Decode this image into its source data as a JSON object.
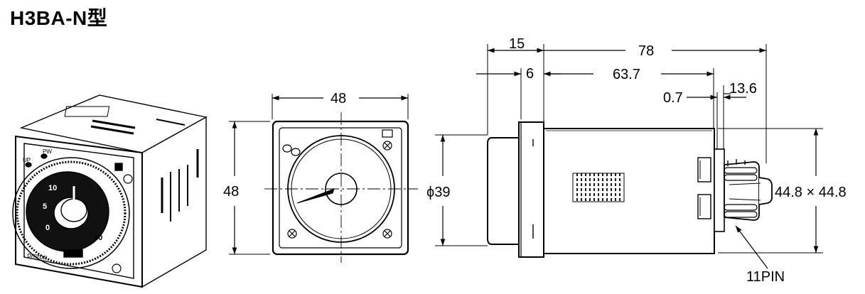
{
  "title": "H3BA-N型",
  "front_view": {
    "width_label": "48",
    "height_label": "48"
  },
  "side_view": {
    "dim_15": "15",
    "dim_78": "78",
    "dim_6": "6",
    "dim_63_7": "63.7",
    "dim_0_7": "0.7",
    "dim_13_6": "13.6",
    "diameter": "ϕ39",
    "socket_size": "44.8 × 44.8",
    "pin_label": "11PIN"
  },
  "perspective_view": {
    "brand": "omron",
    "pw_label": "PW",
    "up_label": "UP",
    "dial_numbers": [
      "10",
      "5",
      "0",
      "30"
    ]
  },
  "colors": {
    "line": "#000000",
    "watermark": "#e7a3a3"
  }
}
